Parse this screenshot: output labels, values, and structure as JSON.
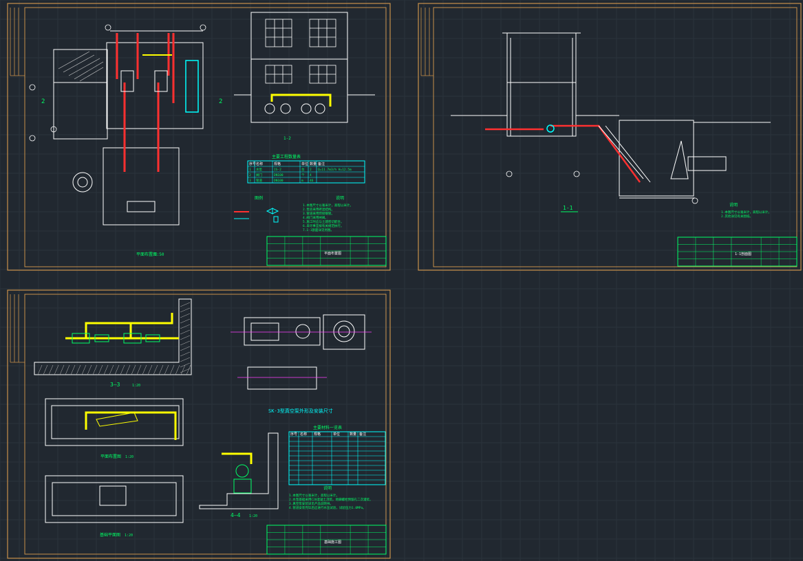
{
  "sheets": [
    {
      "id": "pump-house-plan",
      "section_label": "1-2",
      "plan_caption": "平面布置图",
      "plan_scale": "1:50",
      "table_title": "主要工程数量表",
      "table_headers": [
        "序号",
        "名称",
        "规格",
        "单位",
        "数量",
        "备注"
      ],
      "table_rows": [
        [
          "1",
          "水泵",
          "IS-2",
          "台",
          "2",
          "Q=11.7m3/h H=12.5m"
        ],
        [
          "2",
          "阀门",
          "DN100",
          "个",
          "4",
          ""
        ],
        [
          "3",
          "管道",
          "DN100",
          "m",
          "46",
          ""
        ]
      ],
      "legend_title": "图例",
      "notes_title": "说明",
      "notes": [
        "1.本图尺寸以毫米计，高程以米计。",
        "2.泵房采用砖混结构。",
        "3.管道采用焊接钢管。",
        "4.阀门采用闸阀。",
        "5.施工时应与土建密切配合。",
        "6.未尽事宜按有关规范执行。",
        "7.1-1剖面详见另图。"
      ],
      "titleblock": {
        "drawing": "平面布置图"
      }
    },
    {
      "id": "pump-house-section",
      "section_label": "1-1",
      "notes_title": "说明",
      "notes": [
        "1.本图尺寸以毫米计，高程以米计。",
        "2.其他详见有关图纸。"
      ],
      "titleblock": {
        "drawing": "1-1剖面图"
      }
    },
    {
      "id": "pump-foundation",
      "section_33": "3—3",
      "section_33_scale": "1:20",
      "plan_caption": "平面布置图",
      "plan_scale": "1:20",
      "foundation_caption": "基础平面图",
      "foundation_scale": "1:20",
      "pump_caption": "SK-3型真空泵外形及安装尺寸",
      "section_44": "4—4",
      "section_44_scale": "1:20",
      "material_title": "主要材料一览表",
      "material_headers": [
        "序号",
        "名称",
        "规格",
        "单位",
        "数量",
        "备注"
      ],
      "material_rows": 10,
      "notes_title": "说明",
      "notes": [
        "1.本图尺寸以毫米计，高程以米计。",
        "2.水泵基础采用C20混凝土浇筑，地脚螺栓预留孔二次灌浆。",
        "3.真空泵安装详见产品说明书。",
        "4.管道安装完毕后应进行水压试验，试验压力1.0MPa。"
      ],
      "titleblock": {
        "drawing": "基础施工图"
      }
    }
  ],
  "colors": {
    "background": "#212830",
    "frame": "#c8914a",
    "line": "#ffffff",
    "pipe_red": "#ff3030",
    "pipe_yellow": "#ffff00",
    "cyan": "#00ffff",
    "green": "#00ff66",
    "magenta": "#ff40ff"
  }
}
